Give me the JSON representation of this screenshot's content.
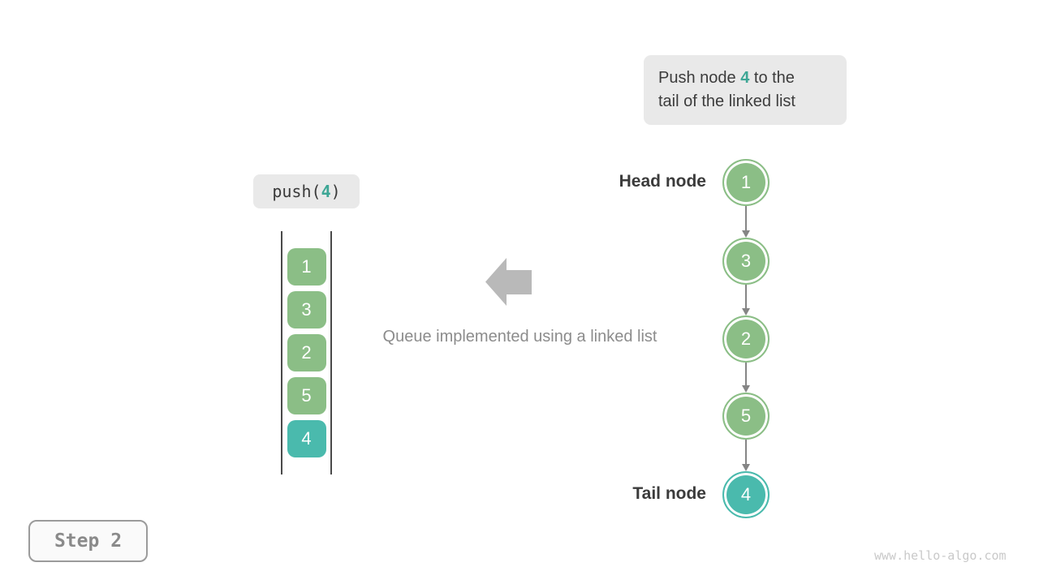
{
  "colors": {
    "node_green": "#8bbe86",
    "node_teal": "#4abaad",
    "highlight_teal": "#3da695",
    "callout_bg": "#e9e9e9",
    "arrow_gray": "#b9b9b9",
    "connector_gray": "#858585",
    "text_dark": "#3c3c3c",
    "text_gray": "#8c8c8c",
    "watermark_gray": "#c9c9c9"
  },
  "callout": {
    "line1_before": "Push node ",
    "line1_value": "4",
    "line1_after": " to the",
    "line2": "tail of the linked list"
  },
  "push_call": {
    "before": "push(",
    "value": "4",
    "after": ")"
  },
  "stack": {
    "items": [
      {
        "value": "1",
        "color": "green"
      },
      {
        "value": "3",
        "color": "green"
      },
      {
        "value": "2",
        "color": "green"
      },
      {
        "value": "5",
        "color": "green"
      },
      {
        "value": "4",
        "color": "teal"
      }
    ]
  },
  "caption": "Queue implemented using a linked list",
  "list": {
    "head_label": "Head node",
    "tail_label": "Tail node",
    "nodes": [
      {
        "value": "1",
        "color": "green"
      },
      {
        "value": "3",
        "color": "green"
      },
      {
        "value": "2",
        "color": "green"
      },
      {
        "value": "5",
        "color": "green"
      },
      {
        "value": "4",
        "color": "teal"
      }
    ]
  },
  "step": {
    "label": "Step 2"
  },
  "watermark": "www.hello-algo.com"
}
